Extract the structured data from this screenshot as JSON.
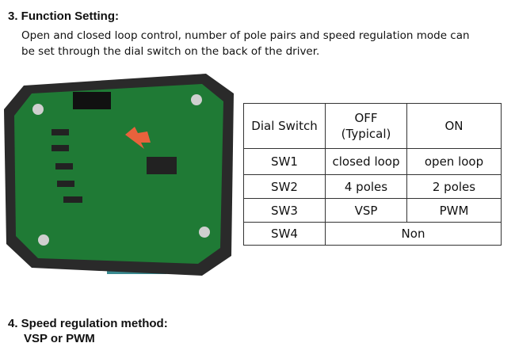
{
  "section3": {
    "title": "3. Function Setting:",
    "desc_line1": "Open and closed loop control, number of pole pairs and speed regulation mode can",
    "desc_line2": "be set through the dial switch on the back of the driver."
  },
  "table": {
    "header": {
      "col1": "Dial Switch",
      "col2_line1": "OFF",
      "col2_line2": "(Typical)",
      "col3": "ON"
    },
    "rows": [
      {
        "sw": "SW1",
        "off": "closed loop",
        "on": "open loop"
      },
      {
        "sw": "SW2",
        "off": "4 poles",
        "on": "2 poles"
      },
      {
        "sw": "SW3",
        "off": "VSP",
        "on": "PWM"
      },
      {
        "sw": "SW4",
        "merged": "Non"
      }
    ]
  },
  "section4": {
    "title": "4. Speed regulation method:",
    "subtitle": "VSP or PWM"
  }
}
